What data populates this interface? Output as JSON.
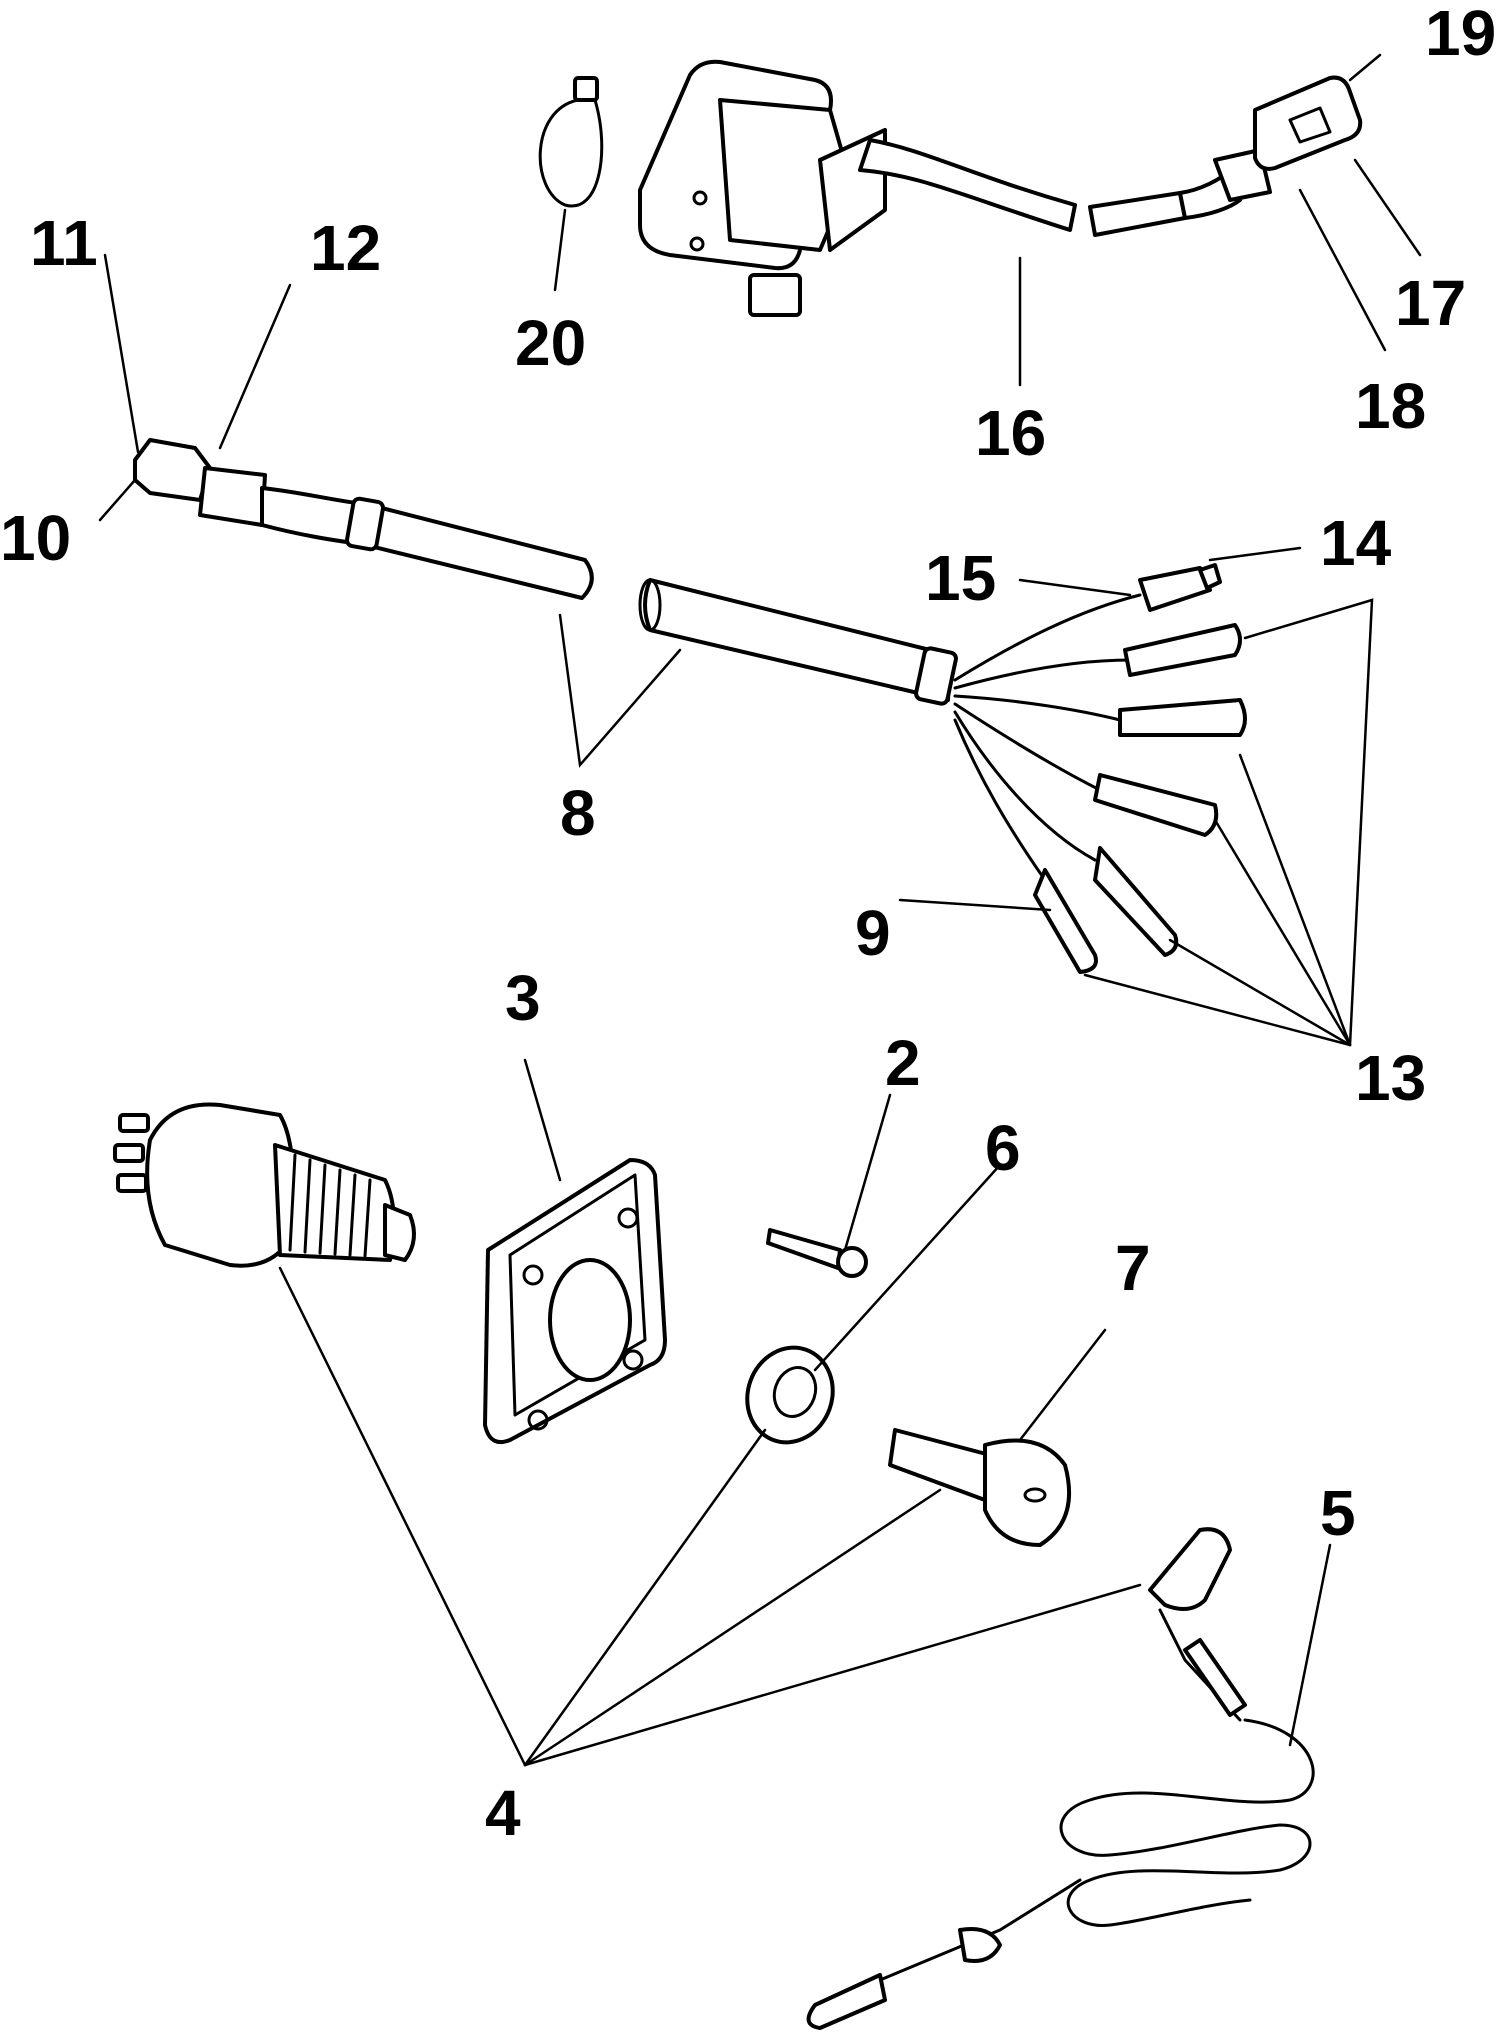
{
  "callouts": {
    "c2": "2",
    "c3": "3",
    "c4": "4",
    "c5": "5",
    "c6": "6",
    "c7": "7",
    "c8": "8",
    "c9": "9",
    "c10": "10",
    "c11": "11",
    "c12": "12",
    "c13": "13",
    "c14": "14",
    "c15": "15",
    "c16": "16",
    "c17": "17",
    "c18": "18",
    "c19": "19",
    "c20": "20"
  }
}
